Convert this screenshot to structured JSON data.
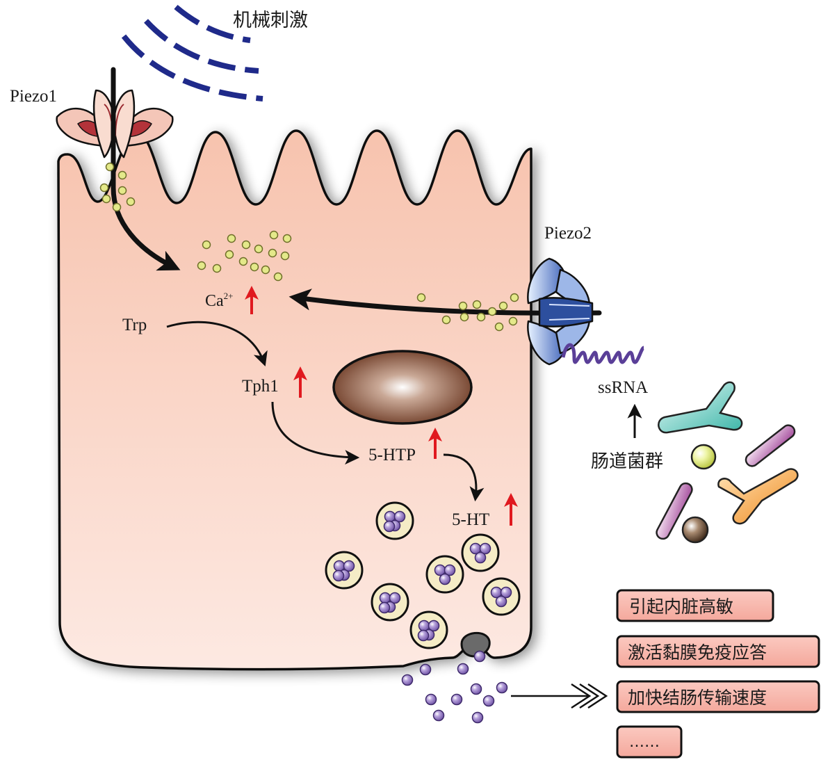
{
  "labels": {
    "mechanical_stimulus": "机械刺激",
    "piezo1": "Piezo1",
    "piezo2": "Piezo2",
    "ca_base": "Ca",
    "ca_sup": "2+",
    "trp": "Trp",
    "tph1": "Tph1",
    "htp": "5-HTP",
    "ht": "5-HT",
    "ssrna": "ssRNA",
    "gut_microbiota": "肠道菌群"
  },
  "effects": [
    "引起内脏高敏",
    "激活黏膜免疫应答",
    "加快结肠传输速度",
    "……"
  ],
  "colors": {
    "cell_top": "#f7c4b0",
    "cell_bottom": "#fde9e1",
    "up_arrow": "#e0191f",
    "stimulus_wave": "#1f2a8a",
    "calcium": "#e4e98a",
    "vesicle_content": "#9a7fc4",
    "effect_box": "#f7b7ae"
  }
}
